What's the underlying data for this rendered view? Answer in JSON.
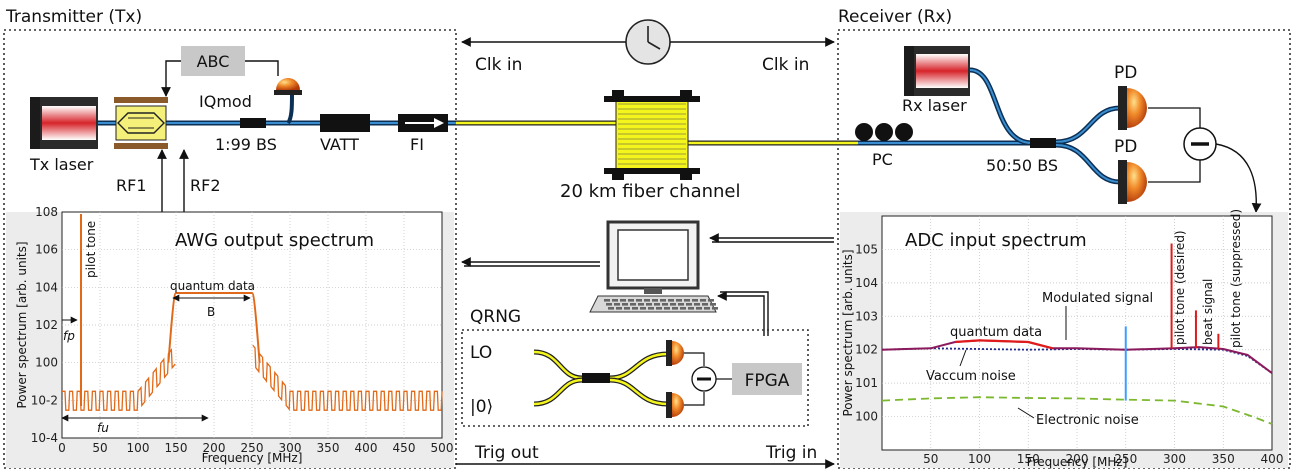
{
  "title_tx": "Transmitter (Tx)",
  "title_rx": "Receiver (Rx)",
  "tx": {
    "abc": "ABC",
    "iqmod": "IQmod",
    "tx_laser": "Tx laser",
    "bs": "1:99 BS",
    "vatt": "VATT",
    "fi": "FI",
    "rf1": "RF1",
    "rf2": "RF2"
  },
  "center": {
    "clk_left": "Clk in",
    "clk_right": "Clk in",
    "fiber": "20 km fiber channel",
    "trig_out": "Trig out",
    "trig_in": "Trig in",
    "qrng": "QRNG",
    "lo": "LO",
    "vac": "|0⟩",
    "fpga": "FPGA"
  },
  "rx": {
    "rx_laser": "Rx laser",
    "pd_top": "PD",
    "pd_bottom": "PD",
    "pc": "PC",
    "bs": "50:50 BS"
  },
  "colors": {
    "fiber_yellow": "#f5f51e",
    "fiber_blue": "#1f6fa8",
    "orange": "#e06a1a",
    "red": "#e01b1b",
    "navy": "#1f2a8a",
    "green": "#7cb82f",
    "gray_box": "#c8c8c8"
  },
  "chart_data": [
    {
      "type": "line",
      "title": "AWG output spectrum",
      "xlabel": "Frequency [MHz]",
      "ylabel": "Power spectrum [arb. units]",
      "xlim": [
        0,
        500
      ],
      "ylim_log10": [
        -4,
        8
      ],
      "x_ticks": [
        "0",
        "50",
        "100",
        "150",
        "200",
        "250",
        "300",
        "350",
        "400",
        "450",
        "500"
      ],
      "y_ticks": [
        "10-4",
        "10-2",
        "100",
        "102",
        "104",
        "106",
        "108"
      ],
      "annotations": {
        "pilot": "pilot tone",
        "quantum": "quantum data",
        "bandwidth": "B",
        "fp": "fp",
        "fu": "fu"
      },
      "series": [
        {
          "pilot_tone": {
            "x": 25,
            "y": 100000000
          }
        },
        {
          "quantum_band": {
            "x_start": 150,
            "x_end": 250,
            "y": 5000
          }
        },
        {
          "noise_floor": {
            "y_min": 0.003,
            "y_max": 0.03
          }
        }
      ]
    },
    {
      "type": "line",
      "title": "ADC input spectrum",
      "xlabel": "Frequency [MHz]",
      "ylabel": "Power spectrum [arb. units]",
      "xlim": [
        0,
        400
      ],
      "ylim_log10": [
        -1,
        6
      ],
      "x_ticks": [
        "50",
        "100",
        "150",
        "200",
        "250",
        "300",
        "350",
        "400"
      ],
      "y_ticks": [
        "100",
        "101",
        "102",
        "103",
        "104",
        "105"
      ],
      "annotations": {
        "modulated": "Modulated signal",
        "quantum": "quantum data",
        "vacuum": "Vaccum noise",
        "electronic": "Electronic noise",
        "pilot_desired": "pilot tone (desired)",
        "beat": "beat signal",
        "pilot_suppressed": "pilot tone (suppressed)"
      },
      "series": [
        {
          "name": "Modulated signal",
          "points": [
            [
              0,
              100
            ],
            [
              50,
              110
            ],
            [
              75,
              170
            ],
            [
              100,
              190
            ],
            [
              150,
              170
            ],
            [
              175,
              110
            ],
            [
              200,
              110
            ],
            [
              250,
              100
            ],
            [
              300,
              110
            ],
            [
              325,
              120
            ],
            [
              350,
              105
            ],
            [
              375,
              70
            ],
            [
              400,
              20
            ]
          ]
        },
        {
          "name": "Vaccum noise",
          "points": [
            [
              0,
              100
            ],
            [
              50,
              110
            ],
            [
              100,
              105
            ],
            [
              150,
              100
            ],
            [
              200,
              105
            ],
            [
              250,
              100
            ],
            [
              300,
              105
            ],
            [
              350,
              100
            ],
            [
              375,
              65
            ],
            [
              400,
              20
            ]
          ]
        },
        {
          "name": "Electronic noise",
          "points": [
            [
              0,
              3
            ],
            [
              50,
              3.5
            ],
            [
              100,
              3.8
            ],
            [
              150,
              3.6
            ],
            [
              200,
              3.5
            ],
            [
              250,
              3.2
            ],
            [
              300,
              3
            ],
            [
              350,
              2
            ],
            [
              380,
              1
            ],
            [
              400,
              0.6
            ]
          ]
        },
        {
          "pilot_desired": {
            "x": 297,
            "y": 150000
          }
        },
        {
          "beat": {
            "x": 322,
            "y": 1500
          }
        },
        {
          "pilot_suppressed": {
            "x": 345,
            "y": 300
          }
        }
      ]
    }
  ]
}
